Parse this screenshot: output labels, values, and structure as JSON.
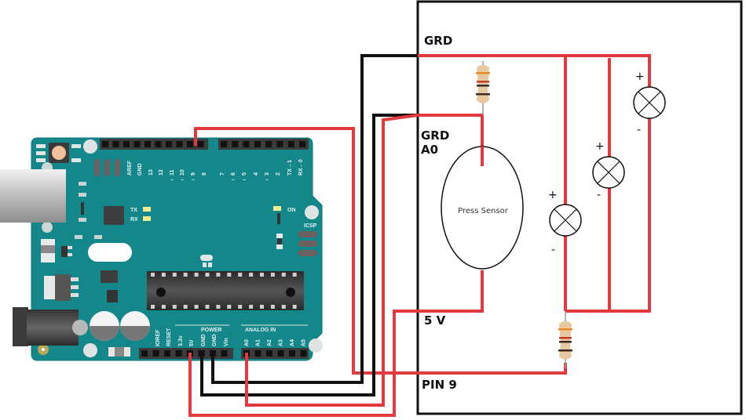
{
  "diagram": {
    "title": "Arduino pressure sensor with three lamps",
    "box_labels": {
      "grd_top": "GRD",
      "grd_a0_line1": "GRD",
      "grd_a0_line2": "A0",
      "five_v": "5 V",
      "pin9": "PIN 9"
    },
    "sensor_label": "Press Sensor",
    "lamps": [
      {
        "plus": "+",
        "minus": "-"
      },
      {
        "plus": "+",
        "minus": "-"
      },
      {
        "plus": "+",
        "minus": "-"
      }
    ],
    "colors": {
      "wire_red": "#e0393e",
      "wire_black": "#111111",
      "board": "#13878a",
      "resistor_body": "#e6c9a0"
    }
  },
  "board": {
    "top_header_labels": [
      "AREF",
      "GND",
      "13",
      "12",
      "11",
      "10",
      "9",
      "8",
      "7",
      "6",
      "5",
      "4",
      "3",
      "2",
      "TX→1",
      "RX←0"
    ],
    "tilde_pins": [
      "11",
      "10",
      "9",
      "6",
      "5",
      "3"
    ],
    "tilde": "~",
    "led_tx": "TX",
    "led_rx": "RX",
    "led_on": "ON",
    "icsp": "ICSP",
    "power_group": "POWER",
    "analog_group": "ANALOG IN",
    "power_pins": [
      "IOREF",
      "RESET",
      "3.3v",
      "5V",
      "GND",
      "GND",
      "Vin"
    ],
    "analog_pins": [
      "A0",
      "A1",
      "A2",
      "A3",
      "A4",
      "A5"
    ]
  }
}
